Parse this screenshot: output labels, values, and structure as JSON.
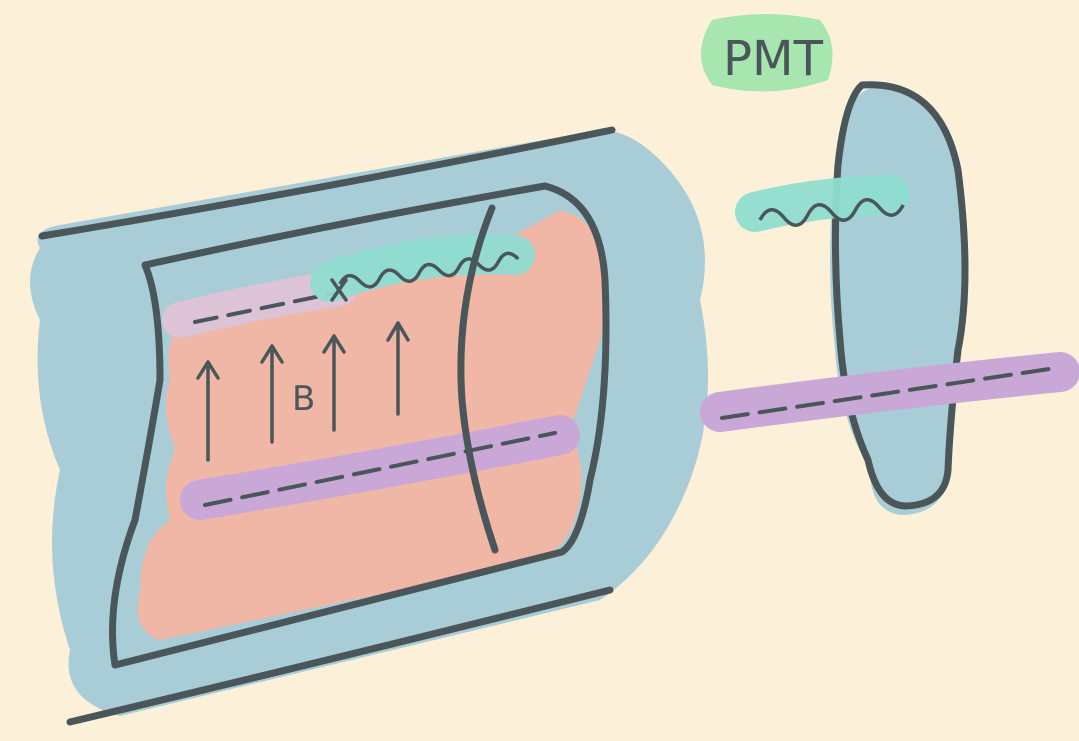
{
  "labels": {
    "pmt": "PMT",
    "field": "B"
  },
  "colors": {
    "background": "#fdf0d8",
    "housing": "#a9cdd6",
    "outline": "#4a5659",
    "field_region": "#f0b6a6",
    "photon": "#8fdcd0",
    "particle_track_purple": "#c9a8d8",
    "particle_track_pale": "#dcc4d6",
    "pmt_label_bg": "#a8e6b0"
  },
  "icons": {
    "magnetic_field_arrow": "up-arrow",
    "photon": "wavy-line",
    "interaction_point": "cross-mark"
  }
}
